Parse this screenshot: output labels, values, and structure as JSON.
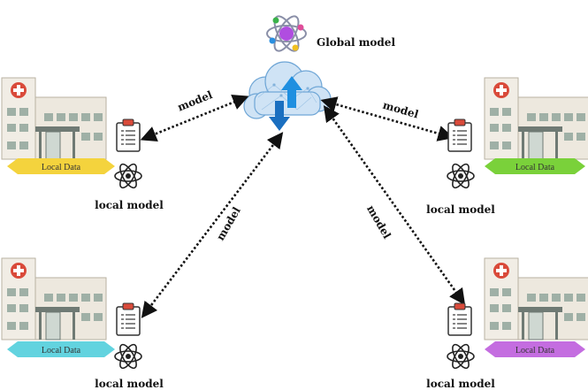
{
  "global": {
    "label": "Global model"
  },
  "edge_label": "model",
  "sites": [
    {
      "id": "top-left",
      "data_label": "Local Data",
      "model_label": "local model",
      "color": "#f4d33d"
    },
    {
      "id": "top-right",
      "data_label": "Local Data",
      "model_label": "local model",
      "color": "#7ad13a"
    },
    {
      "id": "bottom-left",
      "data_label": "Local Data",
      "model_label": "local model",
      "color": "#62d3df"
    },
    {
      "id": "bottom-right",
      "data_label": "Local Data",
      "model_label": "local model",
      "color": "#c46de0"
    }
  ],
  "colors": {
    "cloud": "#bcd9f0",
    "arrow_up": "#1f8fe0",
    "arrow_down": "#1f8fe0",
    "building": "#e9e4d8",
    "cross": "#d94a3a"
  }
}
